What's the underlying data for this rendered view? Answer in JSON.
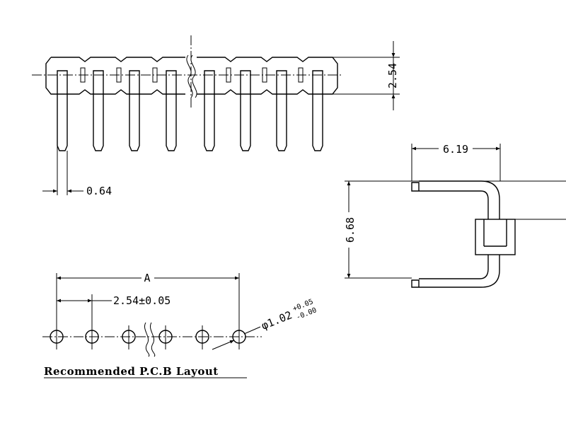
{
  "dimensions": {
    "pitch": "2.54",
    "pin_width": "0.64",
    "length": "6.19",
    "height": "6.68",
    "pcb_overall": "A",
    "pcb_pitch": "2.54±0.05",
    "hole_dia": "φ1.02",
    "hole_tol_plus": "+0.05",
    "hole_tol_minus": "-0.00"
  },
  "labels": {
    "pcb_title": "Recommended P.C.B Layout"
  },
  "colors": {
    "line": "#000000",
    "background": "#ffffff"
  }
}
